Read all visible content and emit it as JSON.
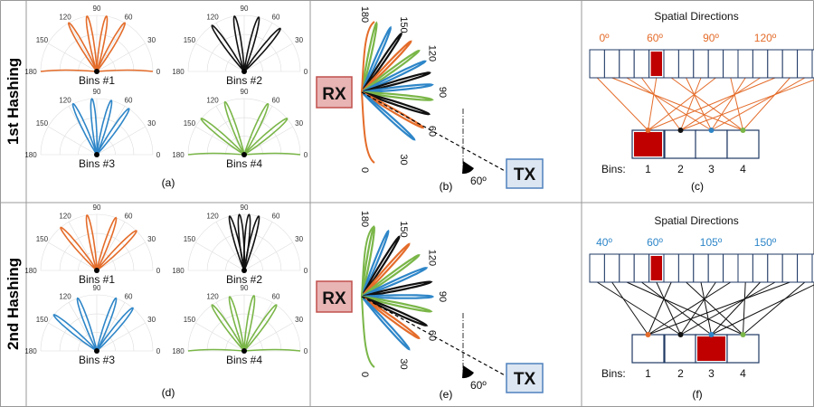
{
  "rows": [
    {
      "row_label": "1st Hashing",
      "polar_panel": {
        "caption": "(a)",
        "plots": [
          {
            "title": "Bins #1",
            "color": "#e46c2a",
            "ticks": [
              "180",
              "150",
              "120",
              "90",
              "60",
              "30",
              "0"
            ],
            "lobes_deg": [
              60,
              80,
              100,
              120
            ],
            "side_lobes": true
          },
          {
            "title": "Bins #2",
            "color": "#111111",
            "ticks": [
              "180",
              "150",
              "120",
              "90",
              "60",
              "30",
              "0"
            ],
            "lobes_deg": [
              50,
              75,
              100,
              125
            ],
            "side_lobes": false
          },
          {
            "title": "Bins #3",
            "color": "#2e86c8",
            "ticks": [
              "180",
              "150",
              "120",
              "90",
              "60",
              "30",
              "0"
            ],
            "lobes_deg": [
              55,
              75,
              95,
              115
            ],
            "side_lobes": false
          },
          {
            "title": "Bins #4",
            "color": "#7ab648",
            "ticks": [
              "180",
              "150",
              "120",
              "90",
              "60",
              "30",
              "0"
            ],
            "lobes_deg": [
              40,
              65,
              110,
              140
            ],
            "side_lobes": true
          }
        ]
      },
      "geometry_panel": {
        "caption": "(b)",
        "rx_label": "RX",
        "tx_label": "TX",
        "angle_label": "60º",
        "tick_labels": [
          "180",
          "150",
          "120",
          "90",
          "60",
          "30",
          "0"
        ]
      },
      "hash_panel": {
        "caption": "(c)",
        "title": "Spatial Directions",
        "direction_labels": [
          "0º",
          "60º",
          "90º",
          "120º"
        ],
        "direction_label_color": "#e46c2a",
        "bins_label": "Bins:",
        "bin_numbers": [
          "1",
          "2",
          "3",
          "4"
        ],
        "active_direction_index": 4,
        "active_bin_index": 0
      }
    },
    {
      "row_label": "2nd Hashing",
      "polar_panel": {
        "caption": "(d)",
        "plots": [
          {
            "title": "Bins #1",
            "color": "#e46c2a",
            "ticks": [
              "180",
              "150",
              "120",
              "90",
              "60",
              "30",
              "0"
            ],
            "lobes_deg": [
              45,
              70,
              100,
              130
            ],
            "side_lobes": false
          },
          {
            "title": "Bins #2",
            "color": "#111111",
            "ticks": [
              "180",
              "150",
              "120",
              "90",
              "60",
              "30",
              "0"
            ],
            "lobes_deg": [
              75,
              85,
              95,
              105
            ],
            "side_lobes": false
          },
          {
            "title": "Bins #3",
            "color": "#2e86c8",
            "ticks": [
              "180",
              "150",
              "120",
              "90",
              "60",
              "30",
              "0"
            ],
            "lobes_deg": [
              50,
              70,
              110,
              140
            ],
            "side_lobes": false
          },
          {
            "title": "Bins #4",
            "color": "#7ab648",
            "ticks": [
              "180",
              "150",
              "120",
              "90",
              "60",
              "30",
              "0"
            ],
            "lobes_deg": [
              55,
              80,
              105,
              125
            ],
            "side_lobes": true
          }
        ]
      },
      "geometry_panel": {
        "caption": "(e)",
        "rx_label": "RX",
        "tx_label": "TX",
        "angle_label": "60º",
        "tick_labels": [
          "180",
          "150",
          "120",
          "90",
          "60",
          "30",
          "0"
        ]
      },
      "hash_panel": {
        "caption": "(f)",
        "title": "Spatial Directions",
        "direction_labels": [
          "40º",
          "60º",
          "105º",
          "150º"
        ],
        "direction_label_color": "#2e86c8",
        "bins_label": "Bins:",
        "bin_numbers": [
          "1",
          "2",
          "3",
          "4"
        ],
        "active_direction_index": 4,
        "active_bin_index": 2
      }
    }
  ],
  "colors": {
    "orange": "#e46c2a",
    "black": "#111111",
    "blue": "#2e86c8",
    "green": "#7ab648",
    "active_cell": "#c00000",
    "rx_fill": "#e8b4b4",
    "rx_border": "#c0504d",
    "tx_fill": "#dce6f2",
    "tx_border": "#4f81bd"
  }
}
